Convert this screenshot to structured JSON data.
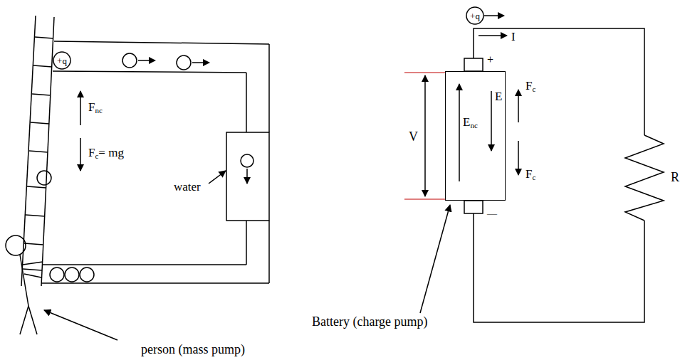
{
  "diagram": {
    "nodes": [
      {
        "text": [
          "+q"
        ]
      },
      {
        "text": [
          "Enc",
          "E"
        ]
      },
      {
        "text": [
          "+q"
        ],
        "in": 1
      }
    ],
    "labels": [
      "Fnc",
      "Fc= mg",
      "water",
      "person (mass pump)",
      "I",
      "+",
      "V",
      "Fc",
      "Fc",
      "—",
      "R",
      "Battery (charge pump)"
    ]
  }
}
